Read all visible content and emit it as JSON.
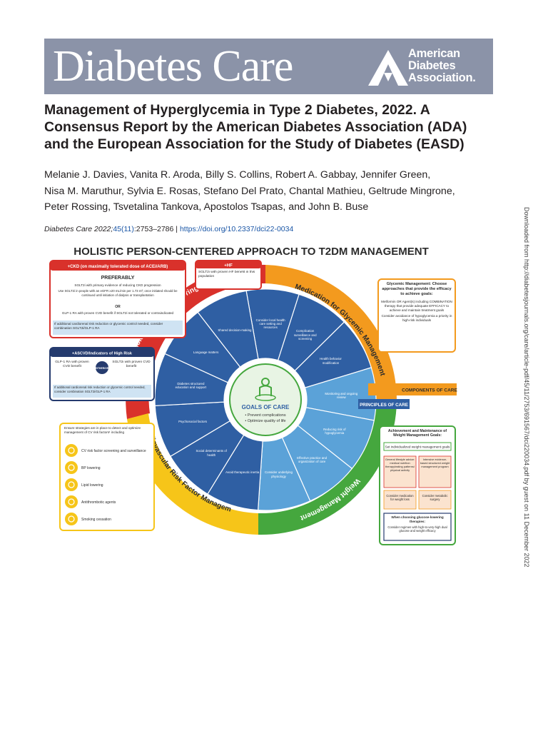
{
  "journal": {
    "name": "Diabetes Care"
  },
  "publisher": {
    "line1": "American",
    "line2": "Diabetes",
    "line3": "Association."
  },
  "paper": {
    "title_lines": [
      "Management of Hyperglycemia in Type 2 Diabetes, 2022. A",
      "Consensus Report by the American Diabetes Association (ADA)",
      "and the European Association for the Study of Diabetes (EASD)"
    ],
    "author_lines": [
      "Melanie J. Davies, Vanita R. Aroda, Billy S. Collins, Robert A. Gabbay, Jennifer Green,",
      "Nisa M. Maruthur, Sylvia E. Rosas, Stefano Del Prato, Chantal Mathieu, Geltrude Mingrone,",
      "Peter Rossing, Tsvetalina Tankova, Apostolos Tsapas, and John B. Buse"
    ],
    "citation_journal": "Diabetes Care 2022;",
    "citation_volume": "45(11)",
    "citation_pages": ":2753–2786 | ",
    "doi": "https://doi.org/10.2337/dci22-0034"
  },
  "download_note": "Downloaded from http://diabetesjournals.org/care/article-pdf/45/11/2753/691567/dci220034.pdf by guest on 11 December 2022",
  "figure": {
    "title": "HOLISTIC PERSON-CENTERED APPROACH TO T2DM MANAGEMENT",
    "center": {
      "title": "GOALS OF CARE",
      "line1": "• Prevent complications",
      "line2": "• Optimize quality of life"
    },
    "ring_labels": {
      "cardiorenal": "Cardiorenal Protection – choice of glucose-lowering medication",
      "glycemic": "Medication for Glycemic Management",
      "cv_risk": "Cardiovascular Risk Factor Management",
      "weight": "Weight Management"
    },
    "segments": [
      "Consider local health care setting and resources",
      "Complication surveillance and screening",
      "Health behavior modification",
      "Monitoring and ongoing review",
      "Reducing risk of hypoglycemia",
      "Effective practice and organization of care",
      "Consider underlying physiology",
      "Avoid therapeutic inertia",
      "Social determinants of health",
      "Psychosocial factors",
      "Diabetes structured education and support",
      "Language matters",
      "Shared decision-making"
    ],
    "ckd_box": {
      "header": "+CKD (on maximally tolerated dose of ACEi/ARB)",
      "preferably": "PREFERABLY",
      "line1": "SGLT2i with primary evidence of reducing CKD progression",
      "line2": "Use SGLT2i in people with an eGFR ≥20 mL/min per 1.73 m²; once initiated should be continued until initiation of dialysis or transplantation",
      "or": "OR",
      "line3": "GLP-1 RA with proven CVD benefit if SGLT2i not tolerated or contraindicated",
      "note": "If additional cardiorenal risk reduction or glycemic control needed, consider combination SGLT2i/GLP-1 RA"
    },
    "hf_box": {
      "header": "+HF",
      "body": "SGLT2i with proven HF benefit in this population"
    },
    "ascvd_box": {
      "header": "+ASCVD/Indicators of High Risk",
      "left": "GLP-1 RA with proven CVD benefit",
      "either": "EITHER/OR",
      "right": "SGLT2i with proven CVD benefit",
      "note": "If additional cardiorenal risk reduction or glycemic control needed, consider combination SGLT2i/GLP-1 RA"
    },
    "glycemic_box": {
      "title": "Glycemic Management: Choose approaches that provide the efficacy to achieve goals:",
      "line1": "Metformin OR Agent(s) including COMBINATION therapy that provide adequate EFFICACY to achieve and maintain treatment goals",
      "line2": "Consider avoidance of hypoglycemia a priority in high-risk individuals"
    },
    "components_label": "COMPONENTS OF CARE",
    "principles_label": "PRINCIPLES OF CARE",
    "cv_box": {
      "intro": "Ensure strategies are in place to detect and optimize management of CV risk factors¹ including",
      "items": [
        "CV risk factor screening and surveillance",
        "BP lowering",
        "Lipid lowering",
        "Antithrombotic agents",
        "Smoking cessation"
      ]
    },
    "weight_box": {
      "title": "Achievement and Maintenance of Weight Management Goals:",
      "set_goals": "Set individualized weight management goals",
      "cell1": "General lifestyle advice: medical nutrition therapy/eating patterns/ physical activity",
      "cell2": "Intensive evidence-based structured weight management program",
      "cell3": "Consider medication for weight loss",
      "cell4": "Consider metabolic surgery",
      "choosing_title": "When choosing glucose-lowering therapies:",
      "choosing_body": "Consider regimen with high-to-very-high dual glucose and weight efficacy"
    },
    "colors": {
      "red": "#d9312b",
      "orange": "#f39a1e",
      "yellow": "#f6c519",
      "green": "#45a73e",
      "blue_dark": "#2f5fa3",
      "blue_light": "#5ba2d8",
      "navy": "#253b6e",
      "light_blue_panel": "#cfe3f3"
    }
  }
}
